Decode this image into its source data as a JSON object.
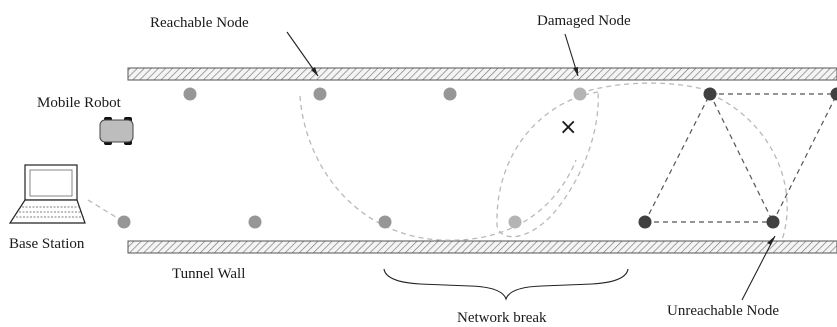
{
  "labels": {
    "reachable_node": "Reachable Node",
    "damaged_node": "Damaged Node",
    "mobile_robot": "Mobile Robot",
    "base_station": "Base Station",
    "tunnel_wall": "Tunnel Wall",
    "network_break": "Network break",
    "unreachable_node": "Unreachable Node",
    "damage_mark": "×"
  },
  "colors": {
    "reachable": "#969696",
    "damaged": "#b4b4b4",
    "unreachable": "#404040",
    "wall_hatch": "#777777",
    "link_light": "#b9b9b9",
    "link_dark": "#555555"
  },
  "nodes": [
    {
      "id": "n1",
      "status": "reachable"
    },
    {
      "id": "n2",
      "status": "reachable"
    },
    {
      "id": "n3",
      "status": "reachable"
    },
    {
      "id": "n4",
      "status": "damaged"
    },
    {
      "id": "n5",
      "status": "unreachable"
    },
    {
      "id": "n6",
      "status": "unreachable"
    },
    {
      "id": "n7",
      "status": "reachable"
    },
    {
      "id": "n8",
      "status": "reachable"
    },
    {
      "id": "n9",
      "status": "reachable"
    },
    {
      "id": "n10",
      "status": "damaged"
    },
    {
      "id": "n11",
      "status": "unreachable"
    },
    {
      "id": "n12",
      "status": "unreachable"
    }
  ]
}
